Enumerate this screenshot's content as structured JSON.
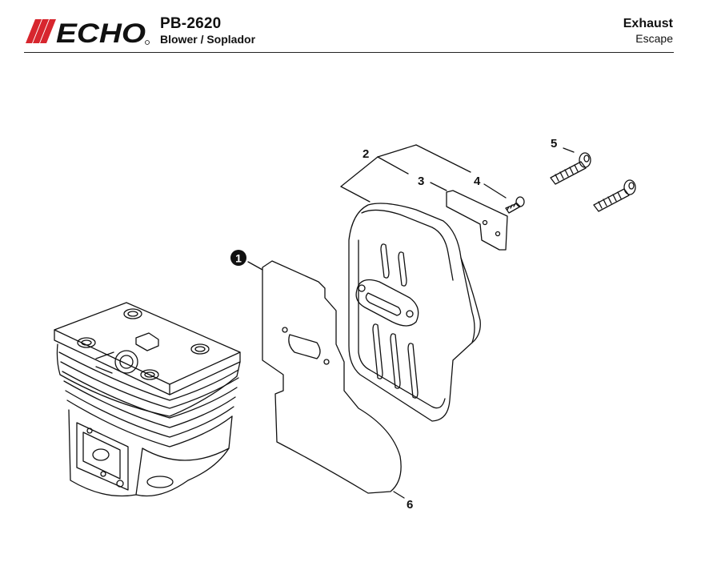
{
  "header": {
    "brand": "ECHO",
    "model": "PB-2620",
    "model_subtitle": "Blower / Soplador",
    "section_title": "Exhaust",
    "section_subtitle": "Escape"
  },
  "callouts": {
    "c1": "1",
    "c2": "2",
    "c3": "3",
    "c4": "4",
    "c5": "5",
    "c6": "6"
  },
  "colors": {
    "brand_red": "#d7262e",
    "line": "#111111"
  }
}
